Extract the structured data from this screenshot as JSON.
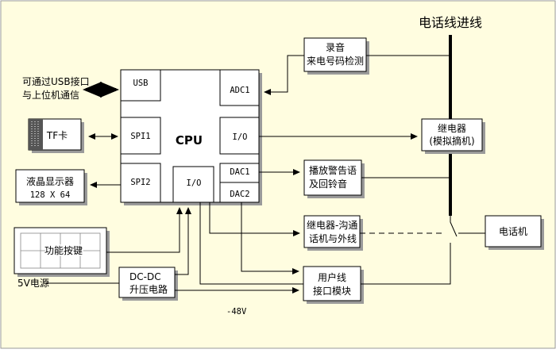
{
  "colors": {
    "background": "#fffde0",
    "box_fill": "#ffffff",
    "line": "#000000",
    "shadow": "#9a9a9a",
    "frame": "#9a9a9a",
    "tf_card": "#555555"
  },
  "cpu": {
    "title": "CPU",
    "ports": {
      "usb": "USB",
      "spi1": "SPI1",
      "spi2": "SPI2",
      "adc1": "ADC1",
      "io_right": "I/O",
      "io_bottom": "I/O",
      "dac1": "DAC1",
      "dac2": "DAC2"
    }
  },
  "left": {
    "usb_note_line1": "可通过USB接口",
    "usb_note_line2": "与上位机通信",
    "tf_card": "TF卡",
    "lcd_line1": "液晶显示器",
    "lcd_line2": "128 X 64",
    "keys": "功能按键",
    "power": "5V电源"
  },
  "dcdc": {
    "line1": "DC-DC",
    "line2": "升压电路"
  },
  "right": {
    "phone_line_title": "电话线进线",
    "record_line1": "录音",
    "record_line2": "来电号码检测",
    "relay_line1": "继电器",
    "relay_line2": "(模拟摘机)",
    "play_line1": "播放警告语",
    "play_line2": "及回铃音",
    "relay2_line1": "继电器-沟通",
    "relay2_line2": "话机与外线",
    "user_line1": "用户线",
    "user_line2": "接口模块",
    "phone": "电话机",
    "voltage": "-48V"
  }
}
